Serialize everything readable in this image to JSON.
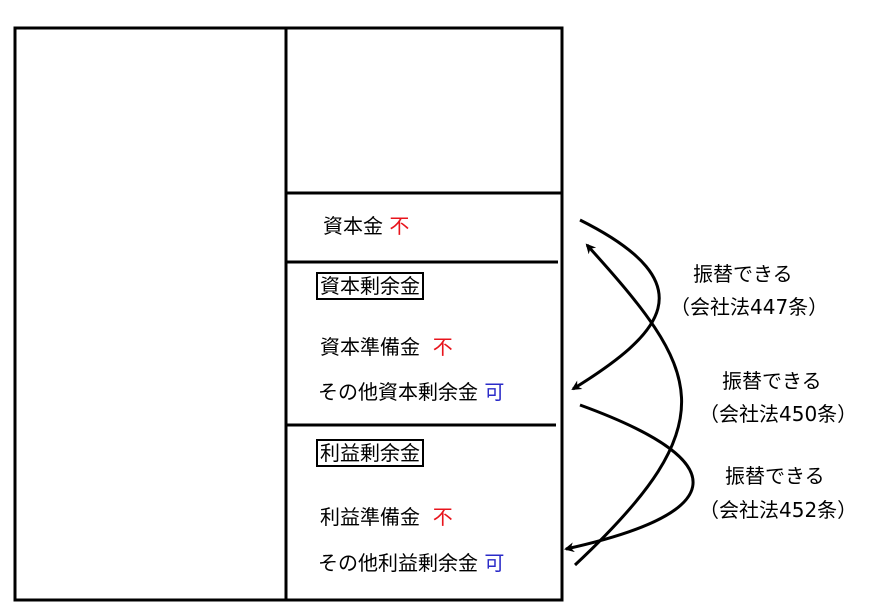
{
  "items": {
    "capital": {
      "label": "資本金",
      "mark": "不"
    },
    "capital_surplus_header": "資本剰余金",
    "capital_reserve": {
      "label": "資本準備金",
      "mark": "不"
    },
    "other_capital_surplus": {
      "label": "その他資本剰余金",
      "mark": "可"
    },
    "retained_earnings_header": "利益剰余金",
    "earned_reserve": {
      "label": "利益準備金",
      "mark": "不"
    },
    "other_retained_earnings": {
      "label": "その他利益剰余金",
      "mark": "可"
    }
  },
  "annotations": [
    {
      "line1": "振替できる",
      "line2": "（会社法447条）"
    },
    {
      "line1": "振替できる",
      "line2": "（会社法450条）"
    },
    {
      "line1": "振替できる",
      "line2": "（会社法452条）"
    }
  ],
  "colors": {
    "not_allowed": "#e8141c",
    "allowed": "#2b2bc8"
  }
}
